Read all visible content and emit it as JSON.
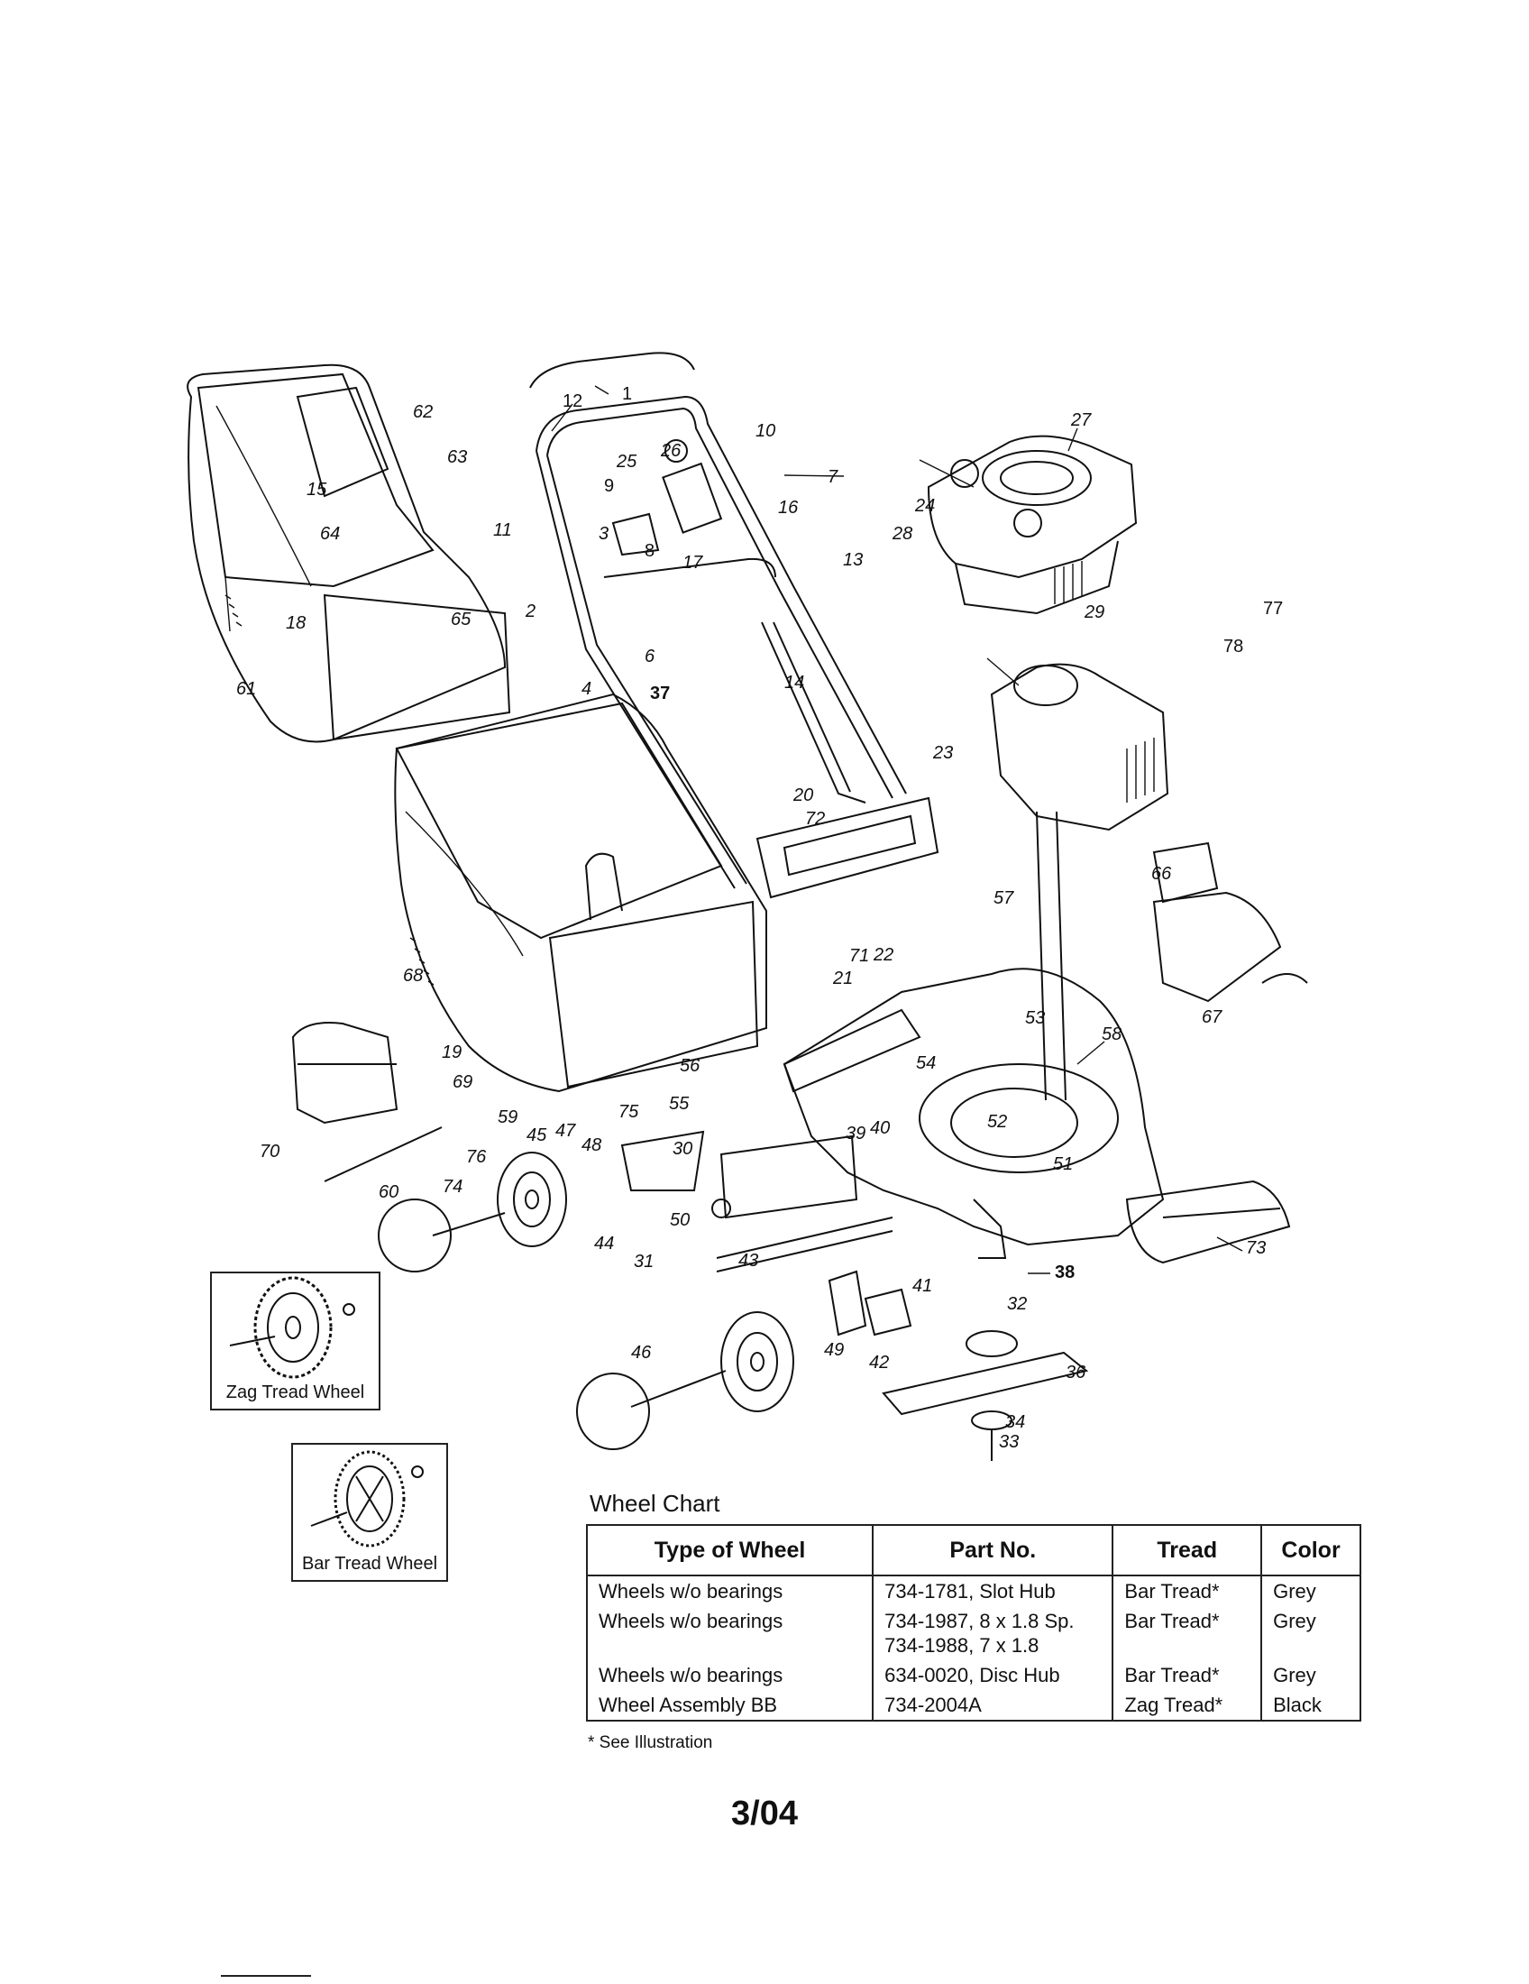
{
  "callouts": [
    "1",
    "2",
    "3",
    "4",
    "6",
    "7",
    "8",
    "9",
    "10",
    "11",
    "12",
    "13",
    "14",
    "15",
    "16",
    "17",
    "18",
    "19",
    "20",
    "21",
    "22",
    "23",
    "24",
    "25",
    "26",
    "27",
    "28",
    "29",
    "30",
    "31",
    "32",
    "33",
    "34",
    "36",
    "37",
    "38",
    "39",
    "40",
    "41",
    "42",
    "43",
    "44",
    "45",
    "46",
    "47",
    "48",
    "49",
    "50",
    "51",
    "52",
    "53",
    "54",
    "55",
    "56",
    "57",
    "58",
    "59",
    "60",
    "61",
    "62",
    "63",
    "64",
    "65",
    "66",
    "67",
    "68",
    "69",
    "70",
    "71",
    "72",
    "73",
    "74",
    "75",
    "76",
    "77",
    "78"
  ],
  "insets": {
    "zag": "Zag Tread Wheel",
    "bar": "Bar Tread Wheel"
  },
  "wheel_chart": {
    "title": "Wheel Chart",
    "headers": [
      "Type of Wheel",
      "Part No.",
      "Tread",
      "Color"
    ],
    "rows": [
      {
        "type": "Wheels w/o bearings",
        "part": "734-1781, Slot Hub",
        "part2": "",
        "tread": "Bar Tread*",
        "color": "Grey"
      },
      {
        "type": "Wheels w/o bearings",
        "part": "734-1987, 8 x 1.8 Sp.",
        "part2": "734-1988, 7 x 1.8",
        "tread": "Bar Tread*",
        "color": "Grey"
      },
      {
        "type": "Wheels w/o bearings",
        "part": "634-0020, Disc Hub",
        "part2": "",
        "tread": "Bar Tread*",
        "color": "Grey"
      },
      {
        "type": "Wheel Assembly BB",
        "part": "734-2004A",
        "part2": "",
        "tread": "Zag Tread*",
        "color": "Black"
      }
    ],
    "footnote": "* See Illustration"
  },
  "page_number": "3/04"
}
